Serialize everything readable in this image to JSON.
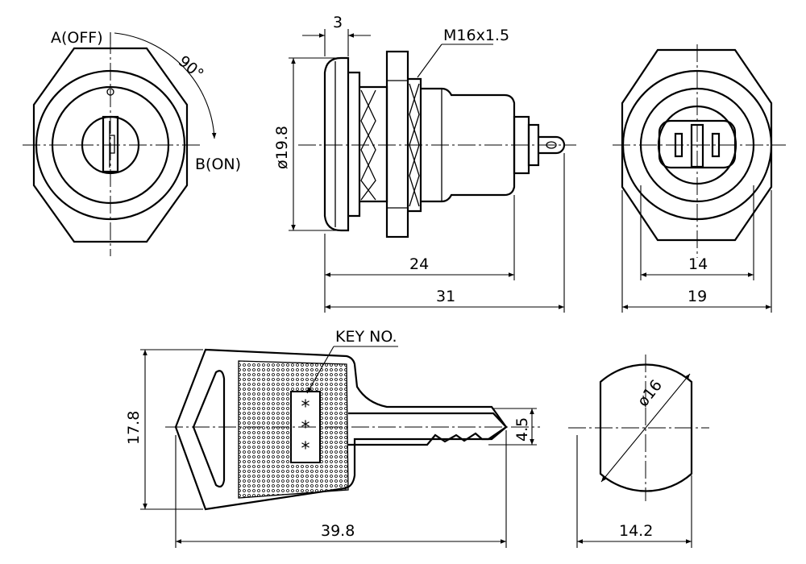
{
  "labels": {
    "a_off": "A(OFF)",
    "b_on": "B(ON)",
    "angle": "90°",
    "thread": "M16x1.5",
    "key_no": "KEY NO."
  },
  "dimensions": {
    "flange_thickness": "3",
    "diameter_19_8": "ø19.8",
    "length_24": "24",
    "length_31": "31",
    "across_14": "14",
    "across_19": "19",
    "key_height": "17.8",
    "blade_height": "4.5",
    "key_length": "39.8",
    "cutout_diameter": "ø16",
    "cutout_width": "14.2"
  },
  "key_marks": [
    "*",
    "*",
    "*"
  ]
}
